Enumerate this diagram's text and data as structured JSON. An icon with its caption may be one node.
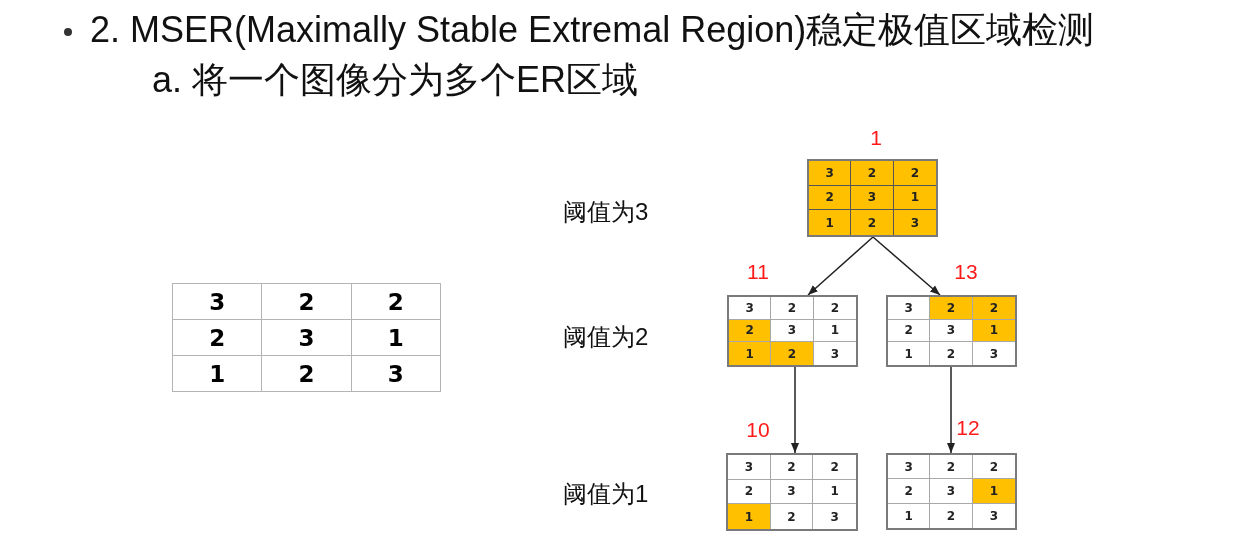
{
  "diagram": {
    "title": "2. MSER(Maximally Stable Extremal Region)稳定极值区域检测",
    "nodes": [
      {
        "text": [
          "3",
          "2",
          "2",
          "2",
          "3",
          "1",
          "1",
          "2",
          "3"
        ],
        "beside": [
          "1"
        ]
      },
      {
        "text": [
          "3",
          "2",
          "2",
          "2",
          "3",
          "1",
          "1",
          "2",
          "3"
        ],
        "beside": [
          "11"
        ]
      },
      {
        "text": [
          "3",
          "2",
          "2",
          "2",
          "3",
          "1",
          "1",
          "2",
          "3"
        ],
        "beside": [
          "13"
        ]
      },
      {
        "text": [
          "3",
          "2",
          "2",
          "2",
          "3",
          "1",
          "1",
          "2",
          "3"
        ],
        "beside": [
          "10"
        ]
      },
      {
        "text": [
          "3",
          "2",
          "2",
          "2",
          "3",
          "1",
          "1",
          "2",
          "3"
        ],
        "beside": [
          "12"
        ]
      }
    ],
    "edges": [
      {
        "from": 0,
        "to": 1,
        "arrow": "to"
      },
      {
        "from": 0,
        "to": 2,
        "arrow": "to"
      },
      {
        "from": 1,
        "to": 3,
        "arrow": "to"
      },
      {
        "from": 2,
        "to": 4,
        "arrow": "to"
      }
    ],
    "labels": [
      "a. 将一个图像分为多个ER区域",
      "3",
      "2",
      "2",
      "2",
      "3",
      "1",
      "1",
      "2",
      "3",
      "阈值为3",
      "阈值为2",
      "阈值为1"
    ]
  }
}
